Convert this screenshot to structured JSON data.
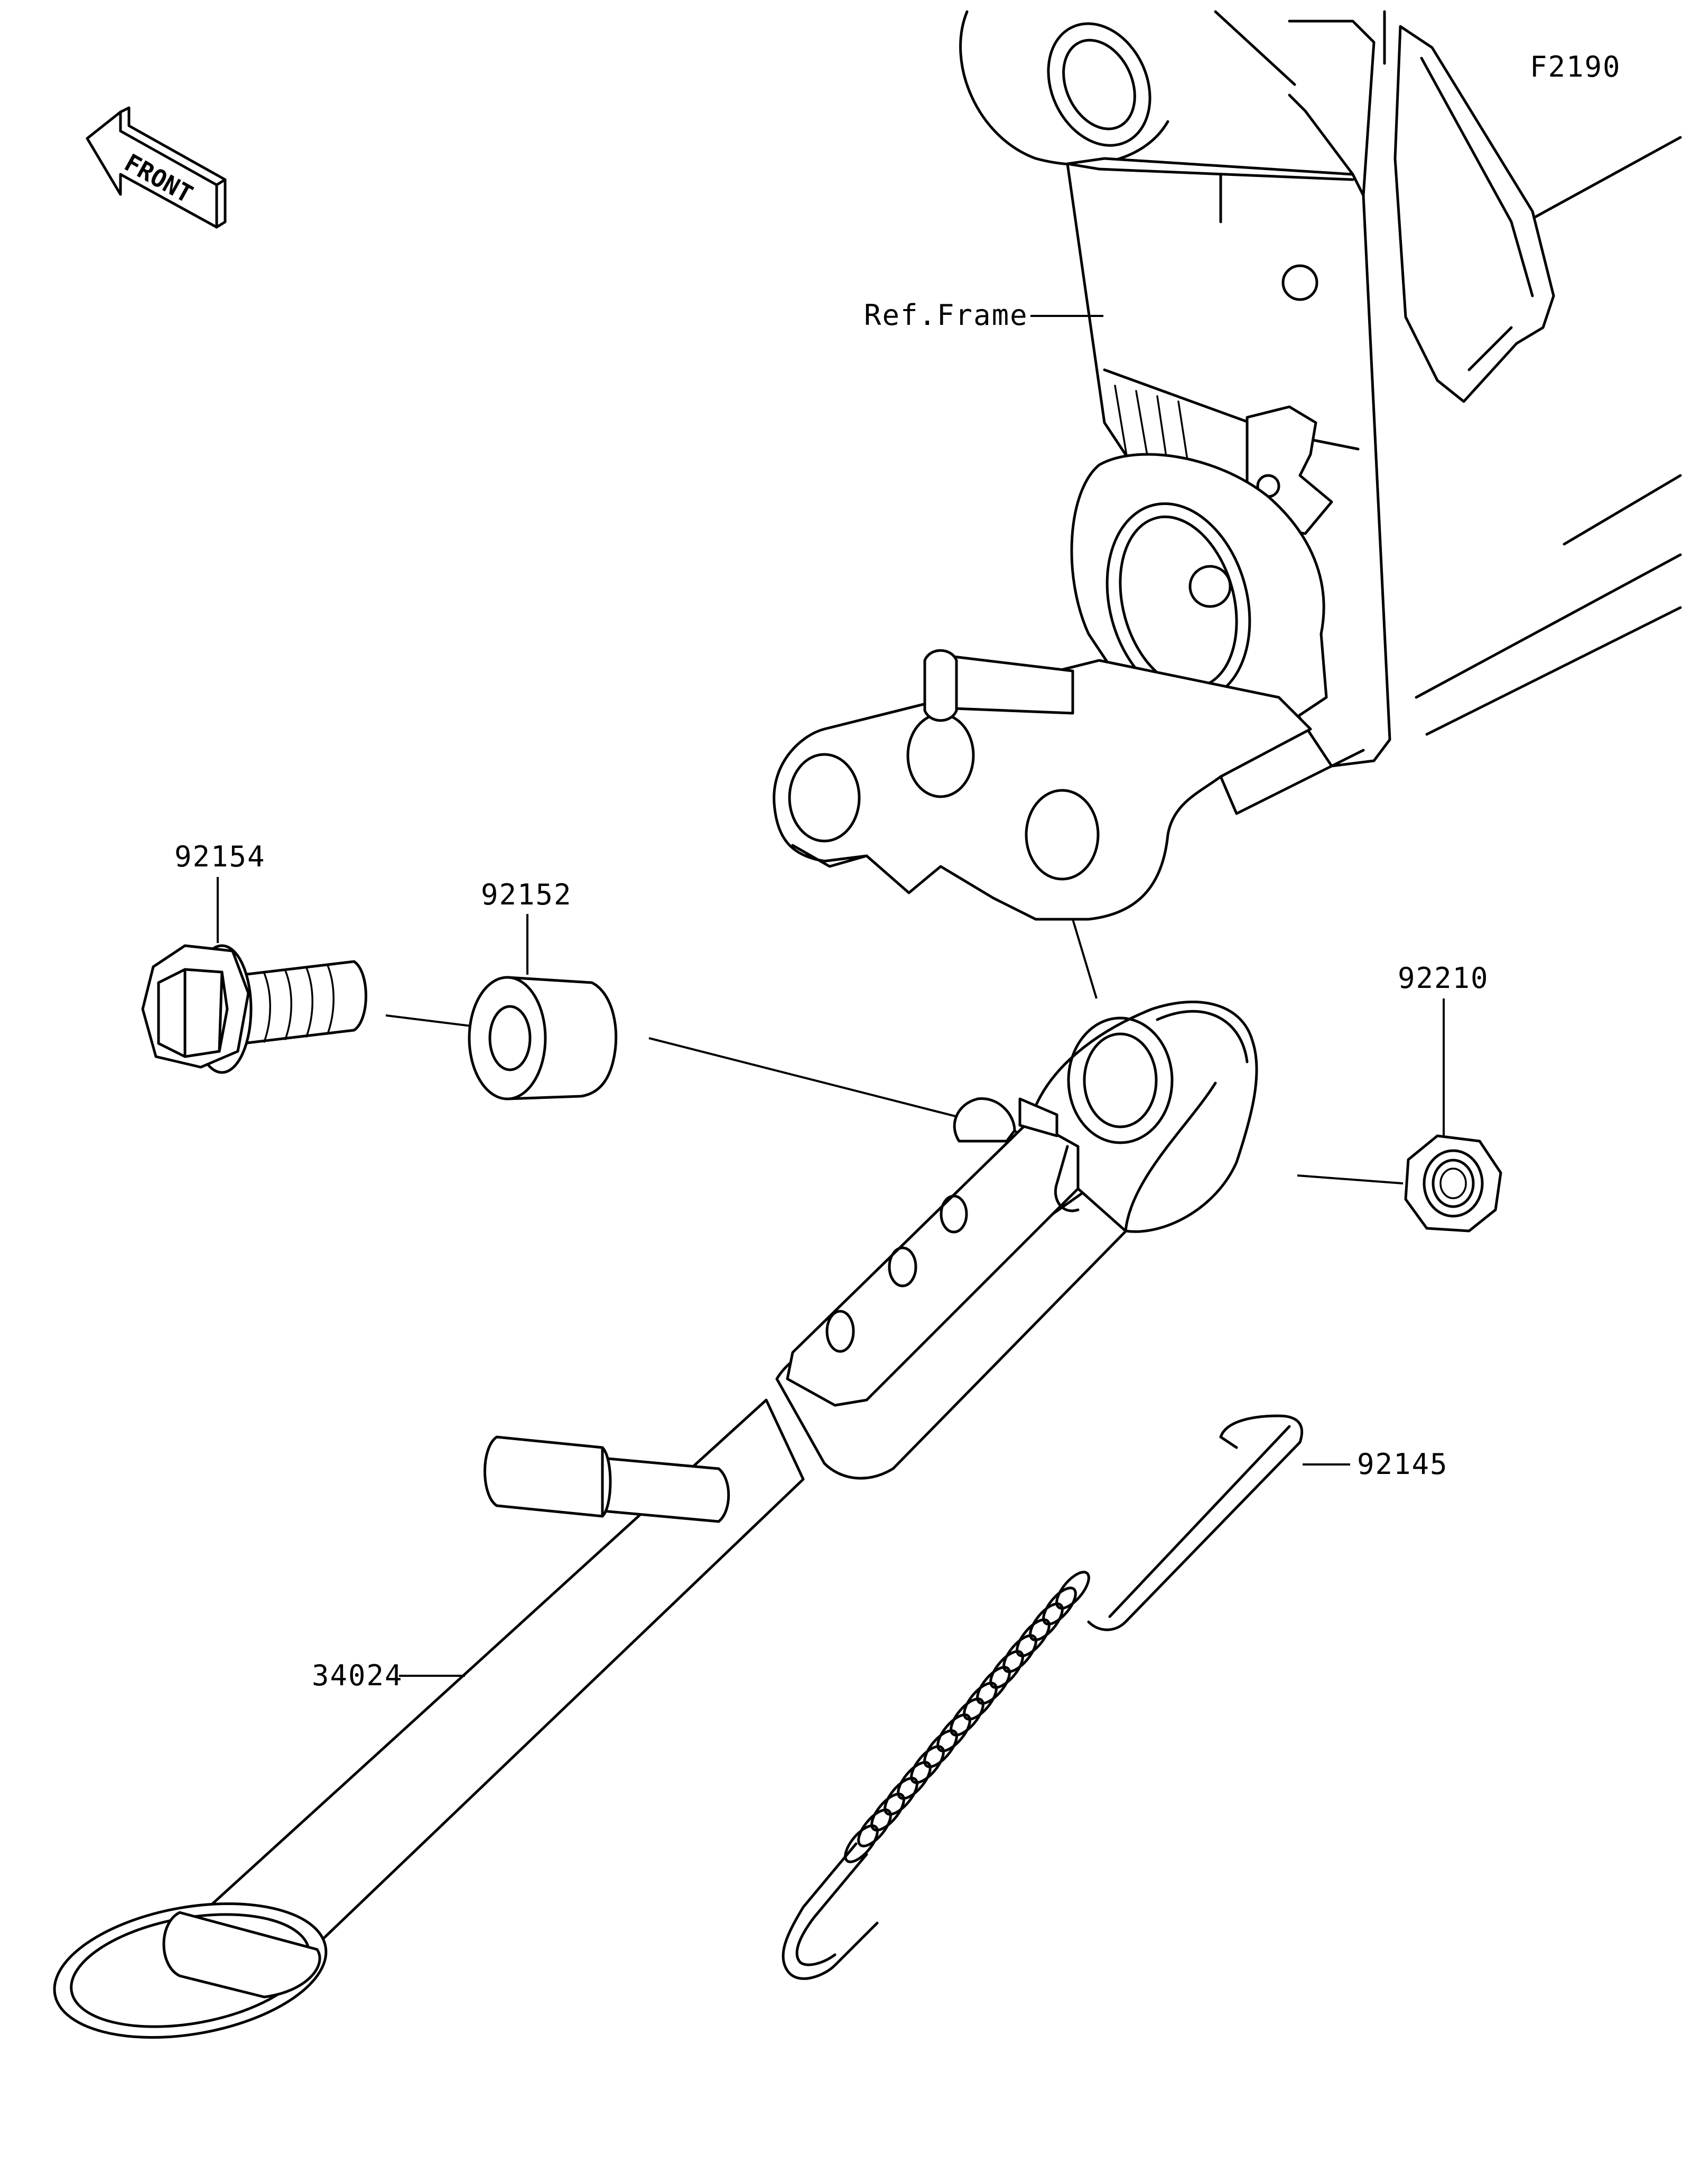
{
  "figure_code": "F2190",
  "front_label": "FRONT",
  "ref_label": "Ref.Frame",
  "parts": [
    {
      "id": "92154",
      "name": "flange-bolt"
    },
    {
      "id": "92152",
      "name": "collar"
    },
    {
      "id": "92210",
      "name": "nut"
    },
    {
      "id": "92145",
      "name": "spring"
    },
    {
      "id": "34024",
      "name": "side-stand"
    }
  ]
}
